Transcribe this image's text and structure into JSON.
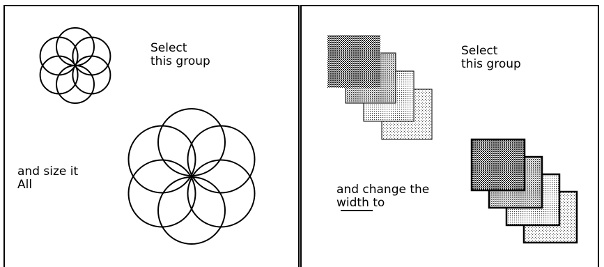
{
  "colors": {
    "stroke": "#000000",
    "background": "#ffffff",
    "fill_dark": "#3a3a3a",
    "fill_medium": "#7a7a7a",
    "fill_light": "#aaaaaa",
    "fill_lightest": "#cccccc"
  },
  "left_panel": {
    "select_caption": [
      "Select",
      "this group"
    ],
    "size_caption": [
      "and size it",
      "All"
    ],
    "figures": [
      "small-rosette",
      "large-rosette"
    ]
  },
  "right_panel": {
    "select_caption": [
      "Select",
      "this group"
    ],
    "change_caption": [
      "and change the",
      "width to"
    ],
    "figures": [
      "thin-outline-square-stack",
      "thick-outline-square-stack"
    ]
  }
}
